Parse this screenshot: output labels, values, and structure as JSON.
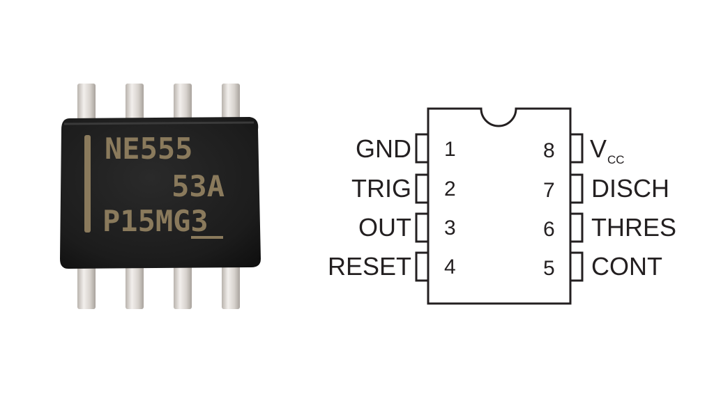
{
  "chip_photo": {
    "marking_lines": [
      "NE555",
      "53A",
      "P15MG3"
    ]
  },
  "pinout": {
    "left_pins": [
      {
        "label": "GND",
        "number": "1"
      },
      {
        "label": "TRIG",
        "number": "2"
      },
      {
        "label": "OUT",
        "number": "3"
      },
      {
        "label": "RESET",
        "number": "4"
      }
    ],
    "right_pins": [
      {
        "label": "V",
        "label_sub": "CC",
        "number": "8"
      },
      {
        "label": "DISCH",
        "number": "7"
      },
      {
        "label": "THRES",
        "number": "6"
      },
      {
        "label": "CONT",
        "number": "5"
      }
    ]
  }
}
